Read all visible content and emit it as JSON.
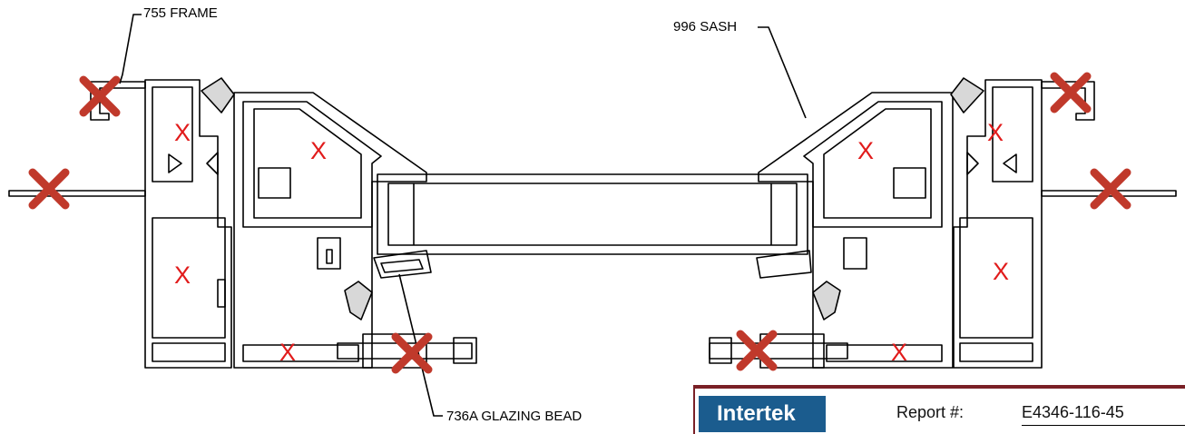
{
  "labels": {
    "frame": "755 FRAME",
    "sash": "996 SASH",
    "bead": "736A GLAZING BEAD"
  },
  "cavity_mark": "X",
  "report": {
    "logo": "Intertek",
    "label": "Report #:",
    "number": "E4346-116-45"
  },
  "colors": {
    "cross": "#c0392b",
    "cavity_mark": "#e11b1b",
    "logo_bg": "#1b5c8e",
    "footer_border": "#7a2026"
  },
  "icons": [
    "cross-mark-icon",
    "intertek-logo"
  ]
}
